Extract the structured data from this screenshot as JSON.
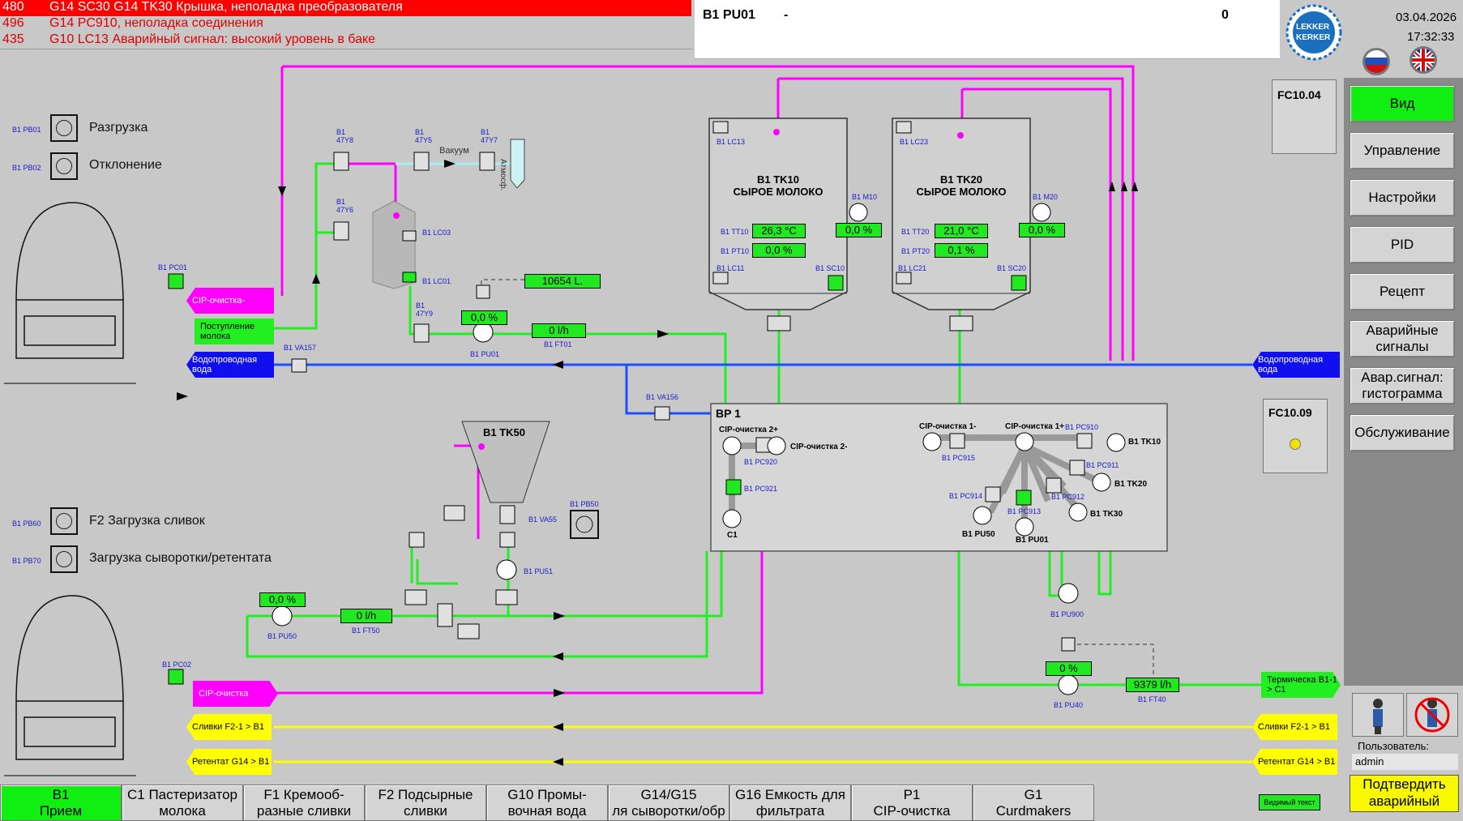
{
  "alarms": [
    {
      "code": "480",
      "text": "G14 SC30 G14 TK30 Крышка, неполадка преобразователя"
    },
    {
      "code": "496",
      "text": "G14 PC910, неполадка соединения"
    },
    {
      "code": "435",
      "text": "G10 LC13 Аварийный сигнал: высокий уровень в баке"
    }
  ],
  "header": {
    "unit": "B1 PU01",
    "dash": "-",
    "value": "0",
    "date": "03.04.2026",
    "time": "17:32:33",
    "logo_line1": "LEKKER",
    "logo_line2": "KERKER"
  },
  "nav": {
    "fc1004": "FC10.04",
    "fc1009": "FC10.09",
    "items": [
      "Вид",
      "Управление",
      "Настройки",
      "PID",
      "Рецепт",
      "Аварийные сигналы",
      "Авар.сигнал: гистограмма",
      "Обслуживание"
    ]
  },
  "user": {
    "label": "Пользователь:",
    "name": "admin",
    "confirm": "Подтвердить аварийный сигнал"
  },
  "visible_text": "Видимый текст",
  "tabs": [
    {
      "l1": "B1",
      "l2": "Прием"
    },
    {
      "l1": "C1 Пастеризатор",
      "l2": "молока"
    },
    {
      "l1": "F1 Кремооб-",
      "l2": "разные сливки"
    },
    {
      "l1": "F2 Подсырные",
      "l2": "сливки"
    },
    {
      "l1": "G10 Промы-",
      "l2": "вочная вода"
    },
    {
      "l1": "G14/G15",
      "l2": "ля сыворотки/обр"
    },
    {
      "l1": "G16 Емкость для",
      "l2": "фильтрата"
    },
    {
      "l1": "P1",
      "l2": "CIP-очистка"
    },
    {
      "l1": "G1",
      "l2": "Curdmakers"
    }
  ],
  "buttons": {
    "pb01": "B1 PB01",
    "unload": "Разгрузка",
    "pb02": "B1 PB02",
    "divert": "Отклонение",
    "pb60": "B1 PB60",
    "f2load": "F2 Загрузка сливок",
    "pb70": "B1 PB70",
    "whey": "Загрузка сыворотки/ретентата",
    "pb50": "B1 PB50"
  },
  "process": {
    "pc01": "B1 PC01",
    "pc02": "B1 PC02",
    "cip_left": "CIP-очистка-",
    "milk_in": "Поступление молока",
    "water_left": "Водопроводная вода",
    "water_right": "Водопроводная вода",
    "va157": "B1 VA157",
    "va156": "B1 VA156",
    "v47y8": "B1 47Y8",
    "v47y5": "B1 47Y5",
    "v47y7": "B1 47Y7",
    "v47y6": "B1 47Y6",
    "v47y9": "B1 47Y9",
    "vacuum": "Вакуум",
    "atm": "Атмосф.",
    "lc03": "B1 LC03",
    "lc01": "B1 LC01",
    "pu01": "B1 PU01",
    "pu01_val": "0,0 %",
    "ft01": "B1 FT01",
    "ft01_val": "0 l/h",
    "total": "10654 L.",
    "tk10_l1": "B1 TK10",
    "tk10_l2": "СЫРОЕ МОЛОКО",
    "lc13": "B1 LC13",
    "lc11": "B1 LC11",
    "tt10": "B1 TT10",
    "tt10_val": "26,3 °C",
    "pt10": "B1 PT10",
    "pt10_val": "0,0 %",
    "m10": "B1 M10",
    "m10_val": "0,0 %",
    "sc10": "B1 SC10",
    "tk20_l1": "B1 TK20",
    "tk20_l2": "СЫРОЕ МОЛОКО",
    "lc23": "B1 LC23",
    "lc21": "B1 LC21",
    "tt20": "B1 TT20",
    "tt20_val": "21,0 °C",
    "pt20": "B1 PT20",
    "pt20_val": "0,1 %",
    "m20": "B1 M20",
    "m20_val": "0,0 %",
    "sc20": "B1 SC20",
    "bp1": "BP 1",
    "cip2p": "CIP-очистка 2+",
    "cip2m": "CIP-очистка 2-",
    "cip1m": "CIP-очистка 1-",
    "cip1p": "CIP-очистка 1+",
    "pc920": "B1 PC920",
    "pc921": "B1 PC921",
    "c1": "C1",
    "pc910": "B1 PC910",
    "pc915": "B1 PC915",
    "pc911": "B1 PC911",
    "pc912": "B1 PC912",
    "pc914": "B1 PC914",
    "pc913": "B1 PC913",
    "tk10": "B1 TK10",
    "tk20": "B1 TK20",
    "tk30": "B1 TK30",
    "pu50b": "B1 PU50",
    "pu01b": "B1 PU01",
    "tk50": "B1 TK50",
    "va55": "B1 VA55",
    "pu51": "B1 PU51",
    "pu50": "B1 PU50",
    "pu50_val": "0,0 %",
    "ft50": "B1 FT50",
    "ft50_val": "0 l/h",
    "pu900": "B1 PU900",
    "pu40": "B1 PU40",
    "pu40_val": "0 %",
    "ft40": "B1 FT40",
    "ft40_val": "9379 l/h",
    "thermo": "Термическа B1-1 > C1",
    "cip_left2": "CIP-очистка",
    "cream_left": "Сливки F2-1 > B1",
    "ret_left": "Ретентат G14 > B1",
    "cream_right": "Сливки F2-1 > B1",
    "ret_right": "Ретентат G14 > B1"
  }
}
